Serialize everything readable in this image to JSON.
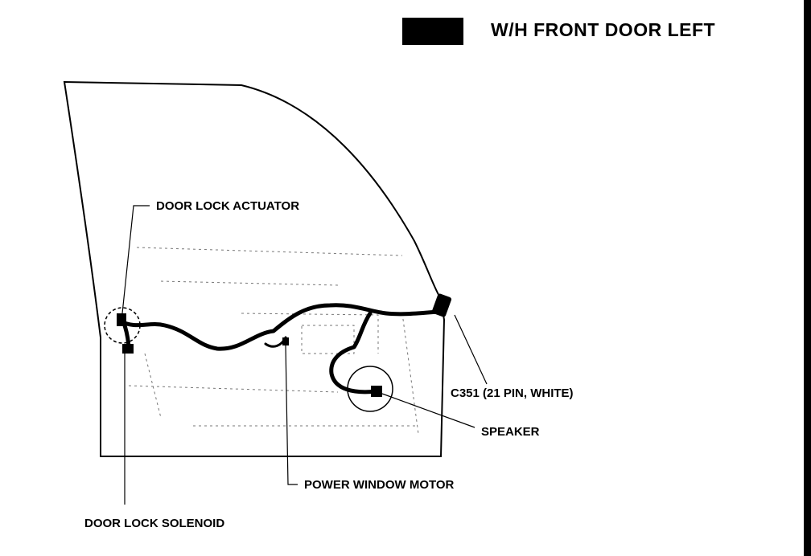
{
  "header": {
    "title": "W/H FRONT DOOR LEFT"
  },
  "callouts": {
    "door_lock_actuator": "DOOR LOCK ACTUATOR",
    "c351": "C351 (21 PIN, WHITE)",
    "speaker": "SPEAKER",
    "power_window_motor": "POWER WINDOW MOTOR",
    "door_lock_solenoid": "DOOR LOCK SOLENOID"
  },
  "colors": {
    "ink": "#000000",
    "paper": "#ffffff"
  }
}
